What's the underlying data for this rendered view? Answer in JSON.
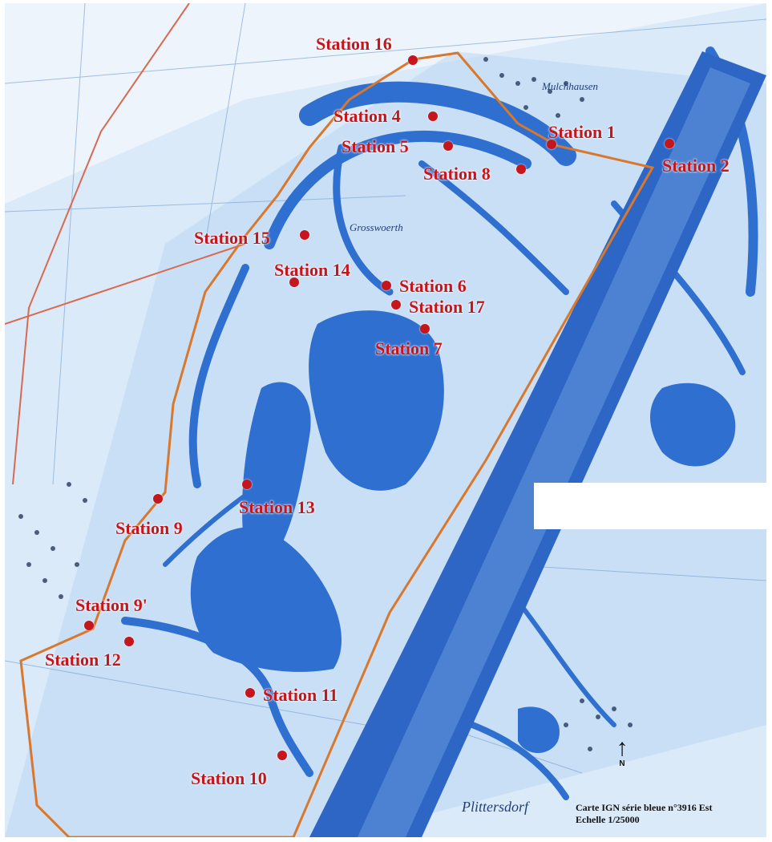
{
  "stations": [
    {
      "id": "16",
      "label": "Station 16"
    },
    {
      "id": "4",
      "label": "Station 4"
    },
    {
      "id": "5",
      "label": "Station 5"
    },
    {
      "id": "1",
      "label": "Station 1"
    },
    {
      "id": "2",
      "label": "Station 2"
    },
    {
      "id": "8",
      "label": "Station 8"
    },
    {
      "id": "15",
      "label": "Station 15"
    },
    {
      "id": "14",
      "label": "Station 14"
    },
    {
      "id": "6",
      "label": "Station 6"
    },
    {
      "id": "17",
      "label": "Station 17"
    },
    {
      "id": "7",
      "label": "Station 7"
    },
    {
      "id": "13",
      "label": "Station 13"
    },
    {
      "id": "9",
      "label": "Station 9"
    },
    {
      "id": "9p",
      "label": "Station 9'"
    },
    {
      "id": "12",
      "label": "Station 12"
    },
    {
      "id": "11",
      "label": "Station 11"
    },
    {
      "id": "10",
      "label": "Station 10"
    }
  ],
  "places": {
    "mulchhausen": "Mulchhausen",
    "grosswoerth": "Grosswoerth",
    "pfaffersdorf": "Plittersdorf"
  },
  "legend": {
    "line1": "Carte IGN série bleue n°3916 Est",
    "line2": "Echelle 1/25000"
  },
  "north_label": "N",
  "north_arrow": "↑",
  "colors": {
    "water": "#2f6fd0",
    "land": "#e8f1fb",
    "boundary": "#d9782c",
    "marker": "#c4161c"
  }
}
